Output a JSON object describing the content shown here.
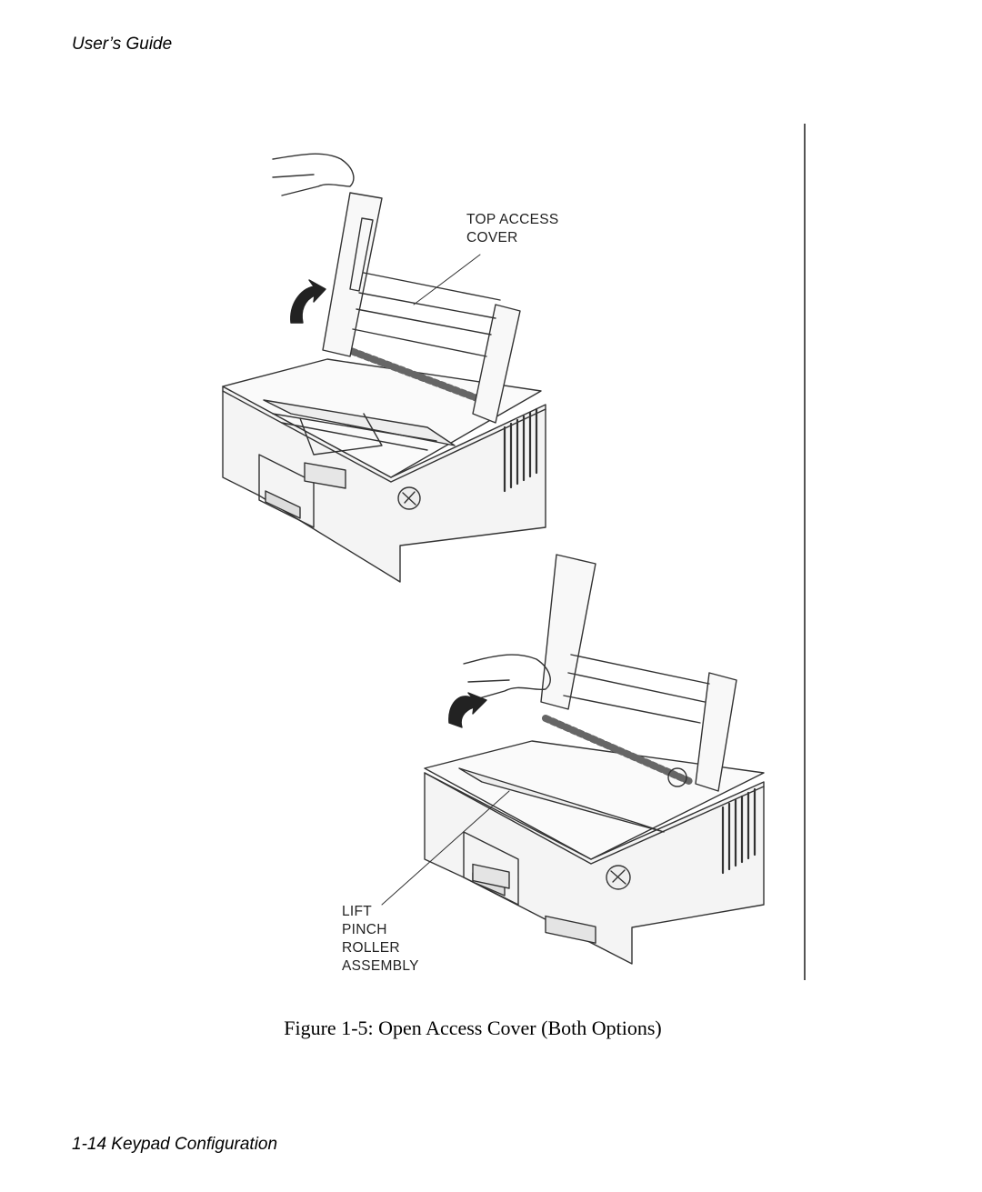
{
  "header": {
    "title": "User’s Guide"
  },
  "figure": {
    "callouts": {
      "top_access_cover": [
        "TOP ACCESS",
        "COVER"
      ],
      "lift_pinch_roller": [
        "LIFT",
        "PINCH",
        "ROLLER",
        "ASSEMBLY"
      ]
    },
    "caption": "Figure 1-5:  Open Access Cover (Both Options)"
  },
  "footer": {
    "page_label": "1-14  Keypad Configuration"
  }
}
